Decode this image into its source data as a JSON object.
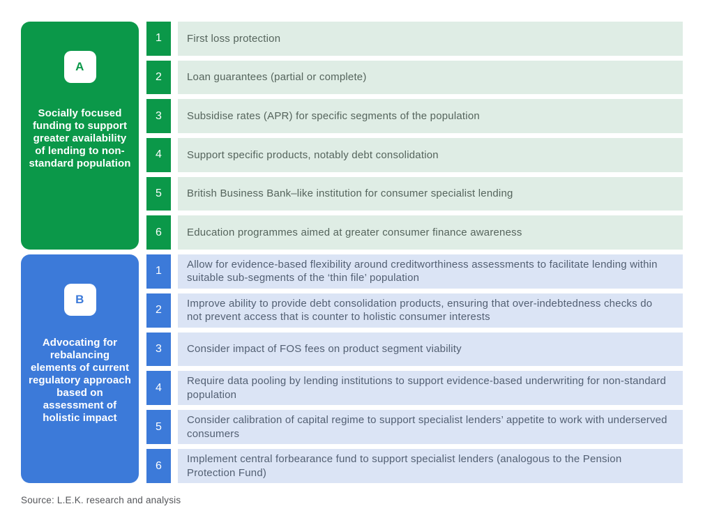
{
  "footer": {
    "source": "Source: L.E.K. research and analysis"
  },
  "colors": {
    "green_accent": "#0b9849",
    "green_row_bg": "#dfede5",
    "green_row_text": "#55645c",
    "blue_accent": "#3c7ad9",
    "blue_row_bg": "#dbe4f5",
    "blue_row_text": "#525f72",
    "background": "#ffffff",
    "source_text": "#54565a"
  },
  "sections": [
    {
      "id": "A",
      "badge": "A",
      "title": "Socially focused funding to support greater availability of lending to non-standard population",
      "accent": "#0b9849",
      "row_bg": "#dfede5",
      "row_text": "#55645c",
      "items": [
        {
          "num": "1",
          "text": "First loss protection"
        },
        {
          "num": "2",
          "text": "Loan guarantees (partial or complete)"
        },
        {
          "num": "3",
          "text": "Subsidise rates (APR) for specific segments of the population"
        },
        {
          "num": "4",
          "text": "Support specific products, notably debt consolidation"
        },
        {
          "num": "5",
          "text": "British Business Bank–like institution for consumer specialist lending"
        },
        {
          "num": "6",
          "text": "Education programmes aimed at greater consumer finance awareness"
        }
      ]
    },
    {
      "id": "B",
      "badge": "B",
      "title": "Advocating for rebalancing elements of current regulatory approach based on assessment of holistic impact",
      "accent": "#3c7ad9",
      "row_bg": "#dbe4f5",
      "row_text": "#525f72",
      "items": [
        {
          "num": "1",
          "text": "Allow for evidence-based flexibility around creditworthiness assessments to facilitate lending within suitable sub-segments of the ‘thin file’ population"
        },
        {
          "num": "2",
          "text": "Improve ability to provide debt consolidation products, ensuring that over-indebtedness checks do not prevent access that is counter to holistic consumer interests"
        },
        {
          "num": "3",
          "text": "Consider impact of FOS fees on product segment viability"
        },
        {
          "num": "4",
          "text": "Require data pooling by lending institutions to support evidence-based underwriting for non-standard population"
        },
        {
          "num": "5",
          "text": "Consider calibration of capital regime to support specialist lenders’ appetite to work with underserved consumers"
        },
        {
          "num": "6",
          "text": "Implement central forbearance fund to support specialist lenders (analogous to the Pension Protection Fund)"
        }
      ]
    }
  ]
}
